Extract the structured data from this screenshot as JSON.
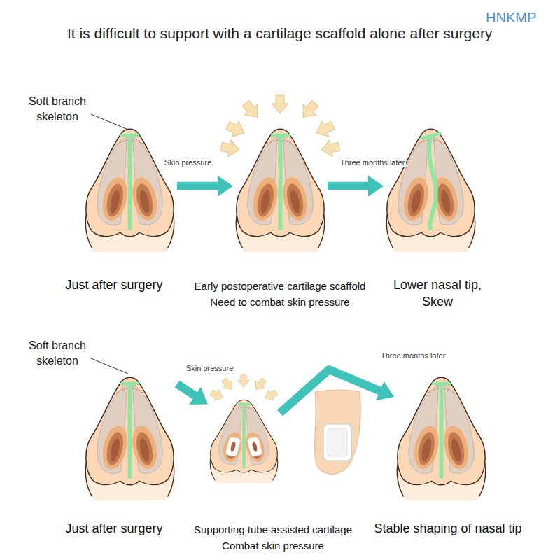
{
  "diagram": {
    "title": "It is difficult to support with a cartilage scaffold alone after surgery",
    "nodes": [
      {
        "text": [
          "Just after surgery"
        ]
      },
      {
        "text": [
          "Early postoperative cartilage scaffold Need to combat skin pressure"
        ]
      },
      {
        "text": [
          "Lower nasal tip, Skew"
        ]
      },
      {
        "text": [
          "Just after surgery"
        ]
      },
      {
        "text": [
          "Supporting tube assisted cartilage Combat skin pressure"
        ]
      },
      {
        "text": [
          "Stable shaping of nasal tip"
        ]
      }
    ],
    "edges": [
      {
        "from": 0,
        "to": 1,
        "arrow": "to",
        "label": "Skin pressure"
      },
      {
        "from": 1,
        "to": 2,
        "arrow": "to",
        "label": "Three months later"
      },
      {
        "from": 3,
        "to": 4,
        "arrow": "to",
        "label": "Skin pressure"
      },
      {
        "from": 4,
        "to": 5,
        "arrow": "to",
        "label": "Three months later"
      }
    ],
    "labels": [
      "HNKMP",
      "Soft branch skeleton",
      "Soft branch skeleton"
    ]
  }
}
